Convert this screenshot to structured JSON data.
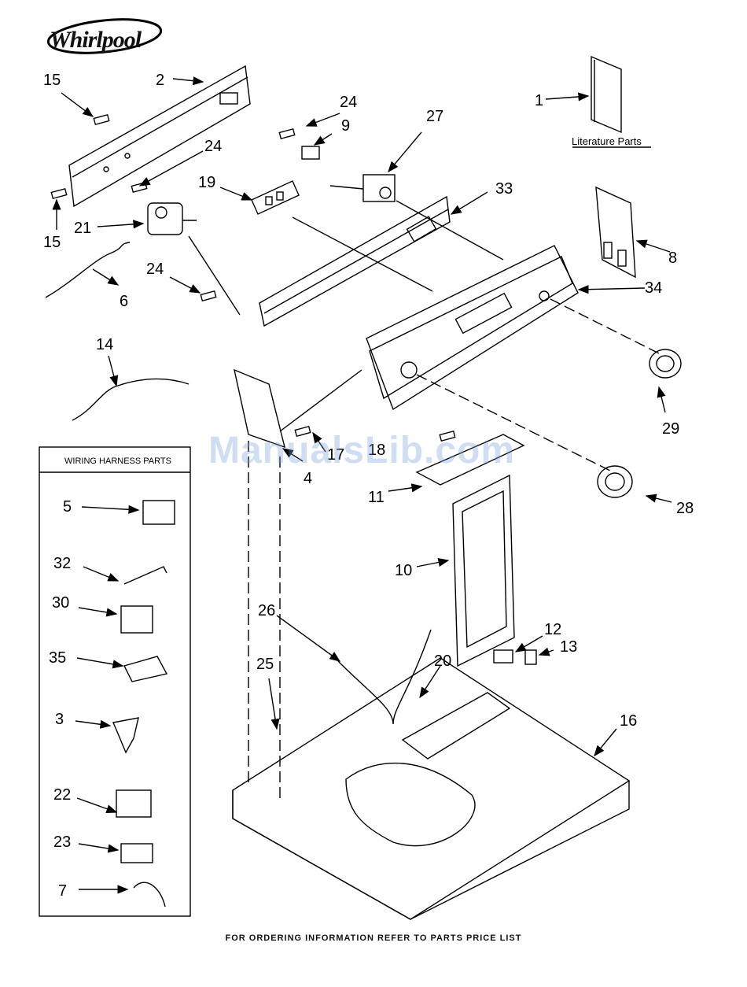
{
  "brand": {
    "logo_text": "Whirlpool",
    "logo_color": "#000000"
  },
  "watermark": "ManualsLib.com",
  "harness_box": {
    "title": "WIRING HARNESS PARTS"
  },
  "literature": {
    "label": "Literature Parts"
  },
  "footer": "FOR ORDERING INFORMATION REFER TO PARTS PRICE LIST",
  "callouts": {
    "c1": "1",
    "c2": "2",
    "c3": "3",
    "c4": "4",
    "c5": "5",
    "c6": "6",
    "c7": "7",
    "c8": "8",
    "c9": "9",
    "c10": "10",
    "c11": "11",
    "c12": "12",
    "c13": "13",
    "c14": "14",
    "c15a": "15",
    "c15b": "15",
    "c16": "16",
    "c17": "17",
    "c18": "18",
    "c19": "19",
    "c20": "20",
    "c21": "21",
    "c22": "22",
    "c23": "23",
    "c24a": "24",
    "c24b": "24",
    "c24c": "24",
    "c25": "25",
    "c26": "26",
    "c27": "27",
    "c28": "28",
    "c29": "29",
    "c30": "30",
    "c32": "32",
    "c33": "33",
    "c34": "34",
    "c35": "35"
  }
}
